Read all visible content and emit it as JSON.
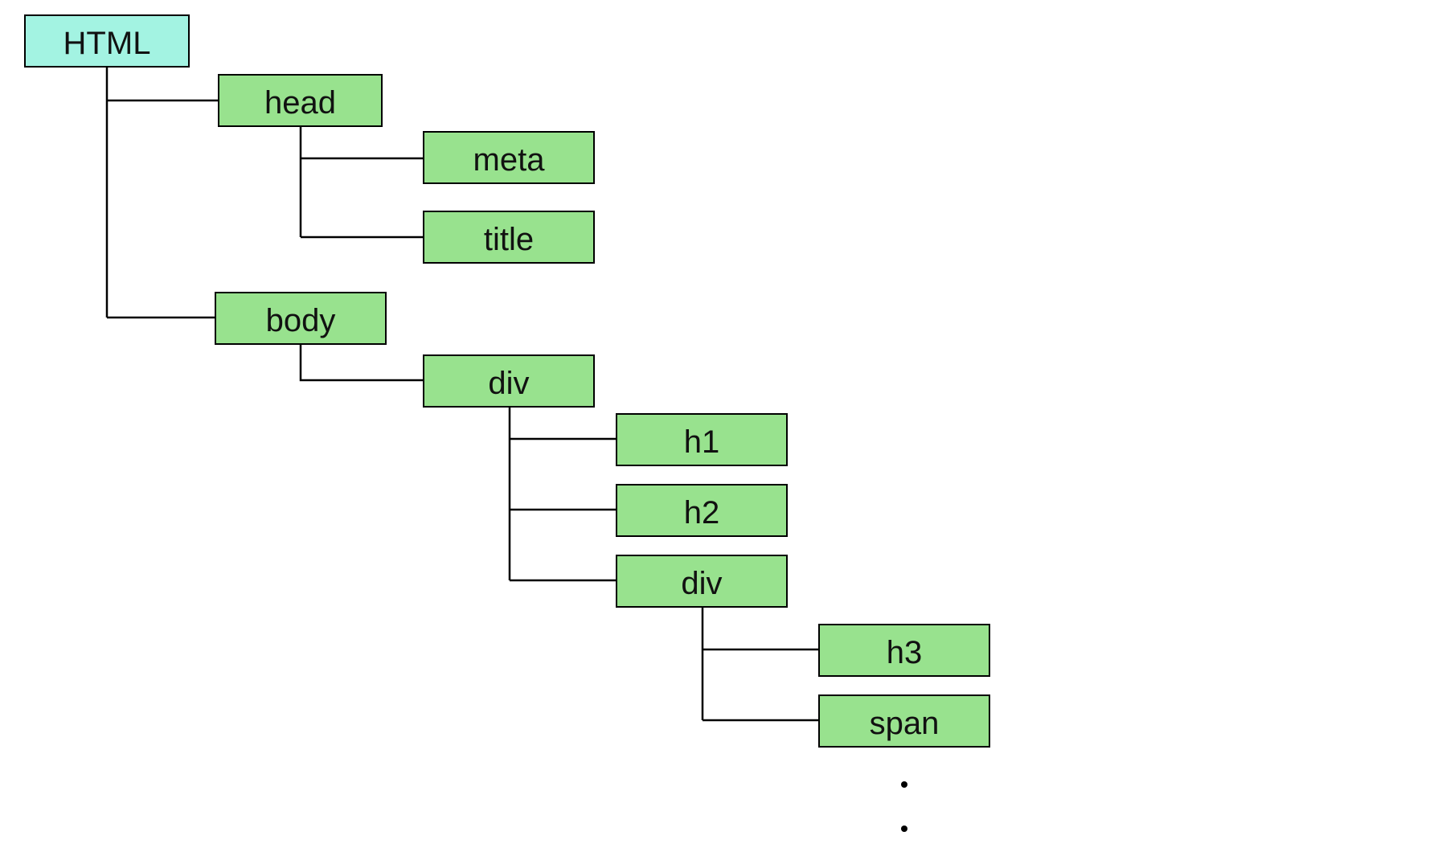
{
  "colors": {
    "root_fill": "#a3f3e2",
    "node_fill": "#98e28e",
    "line": "#000000"
  },
  "tree": {
    "root": "HTML",
    "head": "head",
    "meta": "meta",
    "title": "title",
    "body": "body",
    "div_outer": "div",
    "h1": "h1",
    "h2": "h2",
    "div_inner": "div",
    "h3": "h3",
    "span": "span"
  }
}
